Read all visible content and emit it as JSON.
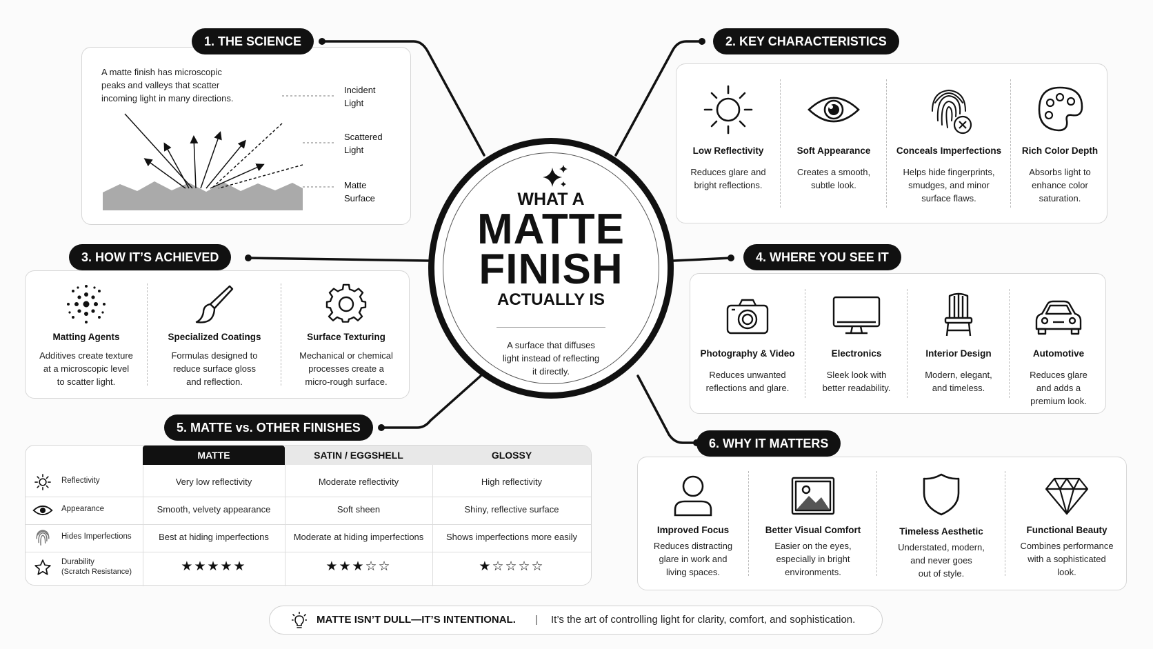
{
  "center": {
    "line1": "WHAT A",
    "line2": "MATTE",
    "line3": "FINISH",
    "line4": "ACTUALLY IS",
    "desc_l1": "A surface that diffuses",
    "desc_l2": "light instead of reflecting",
    "desc_l3": "it directly."
  },
  "science": {
    "title": "1. THE SCIENCE",
    "desc_l1": "A matte finish has microscopic",
    "desc_l2": "peaks and valleys that scatter",
    "desc_l3": "incoming light in many directions.",
    "incident_l1": "Incident",
    "incident_l2": "Light",
    "scattered_l1": "Scattered",
    "scattered_l2": "Light",
    "surface_l1": "Matte",
    "surface_l2": "Surface"
  },
  "characteristics": {
    "title": "2. KEY CHARACTERISTICS",
    "items": [
      {
        "icon": "sun-icon",
        "title": "Low Reflectivity",
        "d1": "Reduces glare and",
        "d2": "bright reflections.",
        "d3": ""
      },
      {
        "icon": "eye-icon",
        "title": "Soft Appearance",
        "d1": "Creates a smooth,",
        "d2": "subtle look.",
        "d3": ""
      },
      {
        "icon": "fingerprint-icon",
        "title": "Conceals Imperfections",
        "d1": "Helps hide fingerprints,",
        "d2": "smudges, and minor",
        "d3": "surface flaws."
      },
      {
        "icon": "palette-icon",
        "title": "Rich Color Depth",
        "d1": "Absorbs light to",
        "d2": "enhance color",
        "d3": "saturation."
      }
    ]
  },
  "achieved": {
    "title": "3. HOW IT’S ACHIEVED",
    "items": [
      {
        "icon": "particles-icon",
        "title": "Matting Agents",
        "d1": "Additives create texture",
        "d2": "at a microscopic level",
        "d3": "to scatter light."
      },
      {
        "icon": "brush-icon",
        "title": "Specialized Coatings",
        "d1": "Formulas designed to",
        "d2": "reduce surface gloss",
        "d3": "and reflection."
      },
      {
        "icon": "gear-icon",
        "title": "Surface Texturing",
        "d1": "Mechanical or chemical",
        "d2": "processes create a",
        "d3": "micro-rough surface."
      }
    ]
  },
  "where": {
    "title": "4. WHERE YOU SEE IT",
    "items": [
      {
        "icon": "camera-icon",
        "title": "Photography & Video",
        "d1": "Reduces unwanted",
        "d2": "reflections and glare.",
        "d3": ""
      },
      {
        "icon": "monitor-icon",
        "title": "Electronics",
        "d1": "Sleek look with",
        "d2": "better readability.",
        "d3": ""
      },
      {
        "icon": "chair-icon",
        "title": "Interior Design",
        "d1": "Modern, elegant,",
        "d2": "and timeless.",
        "d3": ""
      },
      {
        "icon": "car-icon",
        "title": "Automotive",
        "d1": "Reduces glare",
        "d2": "and adds a",
        "d3": "premium look."
      }
    ]
  },
  "compare": {
    "title": "5. MATTE vs. OTHER FINISHES",
    "headers": [
      "MATTE",
      "SATIN / EGGSHELL",
      "GLOSSY"
    ],
    "rows": [
      {
        "icon": "sun-icon",
        "label": "Reflectivity",
        "sub": "",
        "cells": [
          "Very low reflectivity",
          "Moderate reflectivity",
          "High reflectivity"
        ]
      },
      {
        "icon": "eye-icon",
        "label": "Appearance",
        "sub": "",
        "cells": [
          "Smooth, velvety appearance",
          "Soft sheen",
          "Shiny, reflective surface"
        ]
      },
      {
        "icon": "fingerprint-icon",
        "label": "Hides Imperfections",
        "sub": "",
        "cells": [
          "Best at hiding imperfections",
          "Moderate at hiding imperfections",
          "Shows imperfections more easily"
        ]
      },
      {
        "icon": "star-icon",
        "label": "Durability",
        "sub": "(Scratch Resistance)",
        "cells": [
          "★★★★★",
          "★★★☆☆",
          "★☆☆☆☆"
        ]
      }
    ],
    "durability_ratings": [
      5,
      3,
      1
    ]
  },
  "matters": {
    "title": "6. WHY IT MATTERS",
    "items": [
      {
        "icon": "person-icon",
        "title": "Improved Focus",
        "d1": "Reduces distracting",
        "d2": "glare in work and",
        "d3": "living spaces."
      },
      {
        "icon": "image-icon",
        "title": "Better Visual Comfort",
        "d1": "Easier on the eyes,",
        "d2": "especially in bright",
        "d3": "environments."
      },
      {
        "icon": "shield-icon",
        "title": "Timeless Aesthetic",
        "d1": "Understated, modern,",
        "d2": "and never goes",
        "d3": "out of style."
      },
      {
        "icon": "diamond-icon",
        "title": "Functional Beauty",
        "d1": "Combines performance",
        "d2": "with a sophisticated",
        "d3": "look."
      }
    ]
  },
  "footer": {
    "bold": "MATTE ISN’T DULL—IT’S INTENTIONAL.",
    "sep": "|",
    "text": "It’s the art of controlling light for clarity, comfort, and sophistication."
  }
}
